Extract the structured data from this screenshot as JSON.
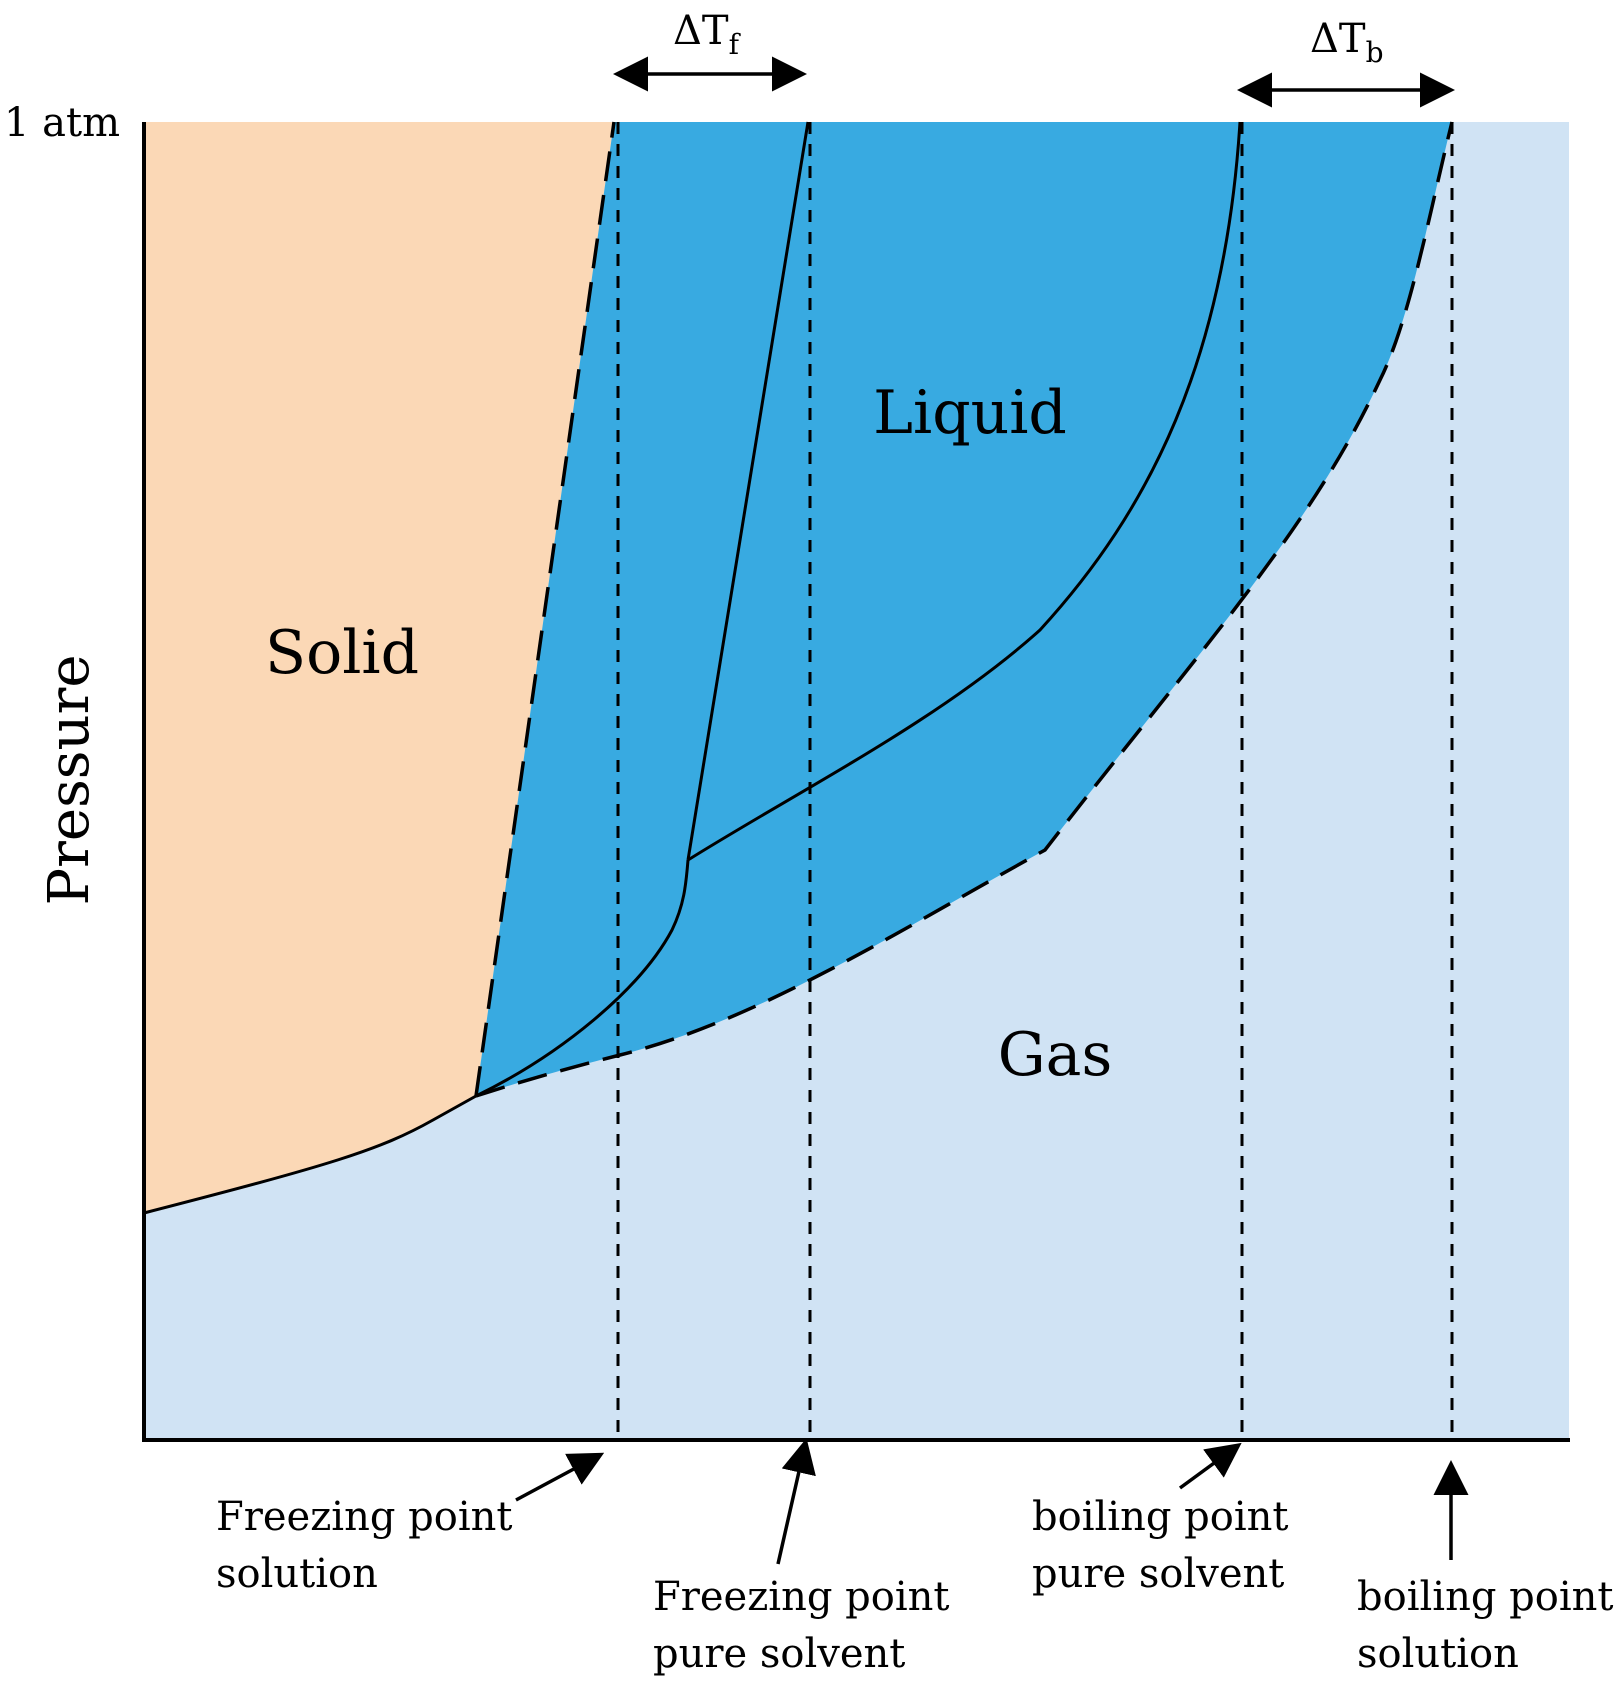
{
  "diagram": {
    "y_axis_label": "Pressure",
    "y_tick": "1 atm",
    "regions": {
      "solid": "Solid",
      "liquid": "Liquid",
      "gas": "Gas"
    },
    "delta_tf": {
      "symbol": "ΔT",
      "subscript": "f"
    },
    "delta_tb": {
      "symbol": "ΔT",
      "subscript": "b"
    },
    "annotations": {
      "freezing_solution": [
        "Freezing point",
        "solution"
      ],
      "freezing_pure": [
        "Freezing point",
        "pure solvent"
      ],
      "boiling_pure": [
        "boiling point",
        "pure solvent"
      ],
      "boiling_solution": [
        "boiling point",
        "solution"
      ]
    },
    "colors": {
      "solid": "#fbd8b6",
      "liquid": "#38aae1",
      "gas": "#d0e3f4",
      "line": "#000000"
    }
  }
}
